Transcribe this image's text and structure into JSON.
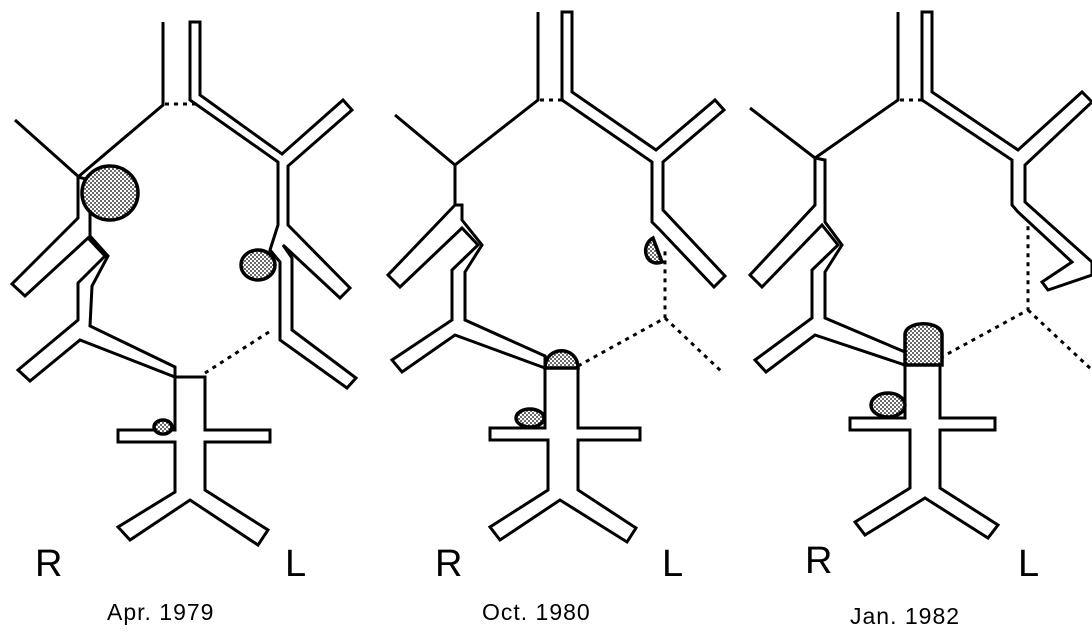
{
  "colors": {
    "ink": "#000000",
    "paper": "#ffffff",
    "lesion_fill": "#c8c8c8"
  },
  "panels": [
    {
      "date": "Apr. 1979",
      "right_label": "R",
      "left_label": "L"
    },
    {
      "date": "Oct. 1980",
      "right_label": "R",
      "left_label": "L"
    },
    {
      "date": "Jan. 1982",
      "right_label": "R",
      "left_label": "L"
    }
  ]
}
